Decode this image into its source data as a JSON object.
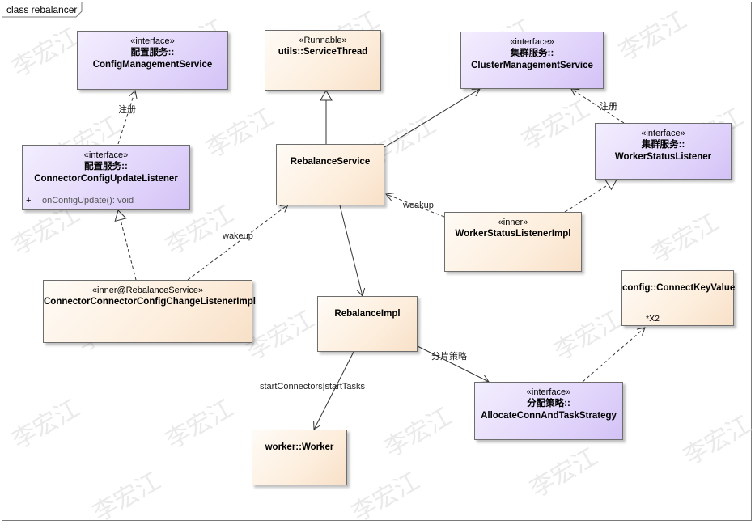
{
  "frame": {
    "title": "class rebalancer"
  },
  "watermark": "李宏江",
  "nodes": {
    "config_mgmt": {
      "stereotype": "«interface»",
      "namespace": "配置服务::",
      "name": "ConfigManagementService"
    },
    "service_thread": {
      "stereotype": "«Runnable»",
      "name": "utils::ServiceThread"
    },
    "cluster_mgmt": {
      "stereotype": "«interface»",
      "namespace": "集群服务::",
      "name": "ClusterManagementService"
    },
    "config_listener": {
      "stereotype": "«interface»",
      "namespace": "配置服务::",
      "name": "ConnectorConfigUpdateListener",
      "op_visibility": "+",
      "operation": "onConfigUpdate(): void"
    },
    "rebalance_service": {
      "name": "RebalanceService"
    },
    "worker_status_listener": {
      "stereotype": "«interface»",
      "namespace": "集群服务::",
      "name": "WorkerStatusListener"
    },
    "worker_status_impl": {
      "stereotype": "«inner»",
      "name": "WorkerStatusListenerImpl"
    },
    "config_change_impl": {
      "stereotype": "«inner@RebalanceService»",
      "name": "ConnectorConnectorConfigChangeListenerImpl"
    },
    "rebalance_impl": {
      "name": "RebalanceImpl"
    },
    "connect_key_value": {
      "name": "config::ConnectKeyValue",
      "multiplicity": "*X2"
    },
    "allocate_strategy": {
      "stereotype": "«interface»",
      "namespace": "分配策略::",
      "name": "AllocateConnAndTaskStrategy"
    },
    "worker": {
      "name": "worker::Worker"
    }
  },
  "edge_labels": {
    "register_config": "注册",
    "register_cluster": "注册",
    "wakeup_worker": "weakup",
    "wakeup_config": "wakeup",
    "strategy": "分片策略",
    "start": "startConnectors|startTasks"
  }
}
